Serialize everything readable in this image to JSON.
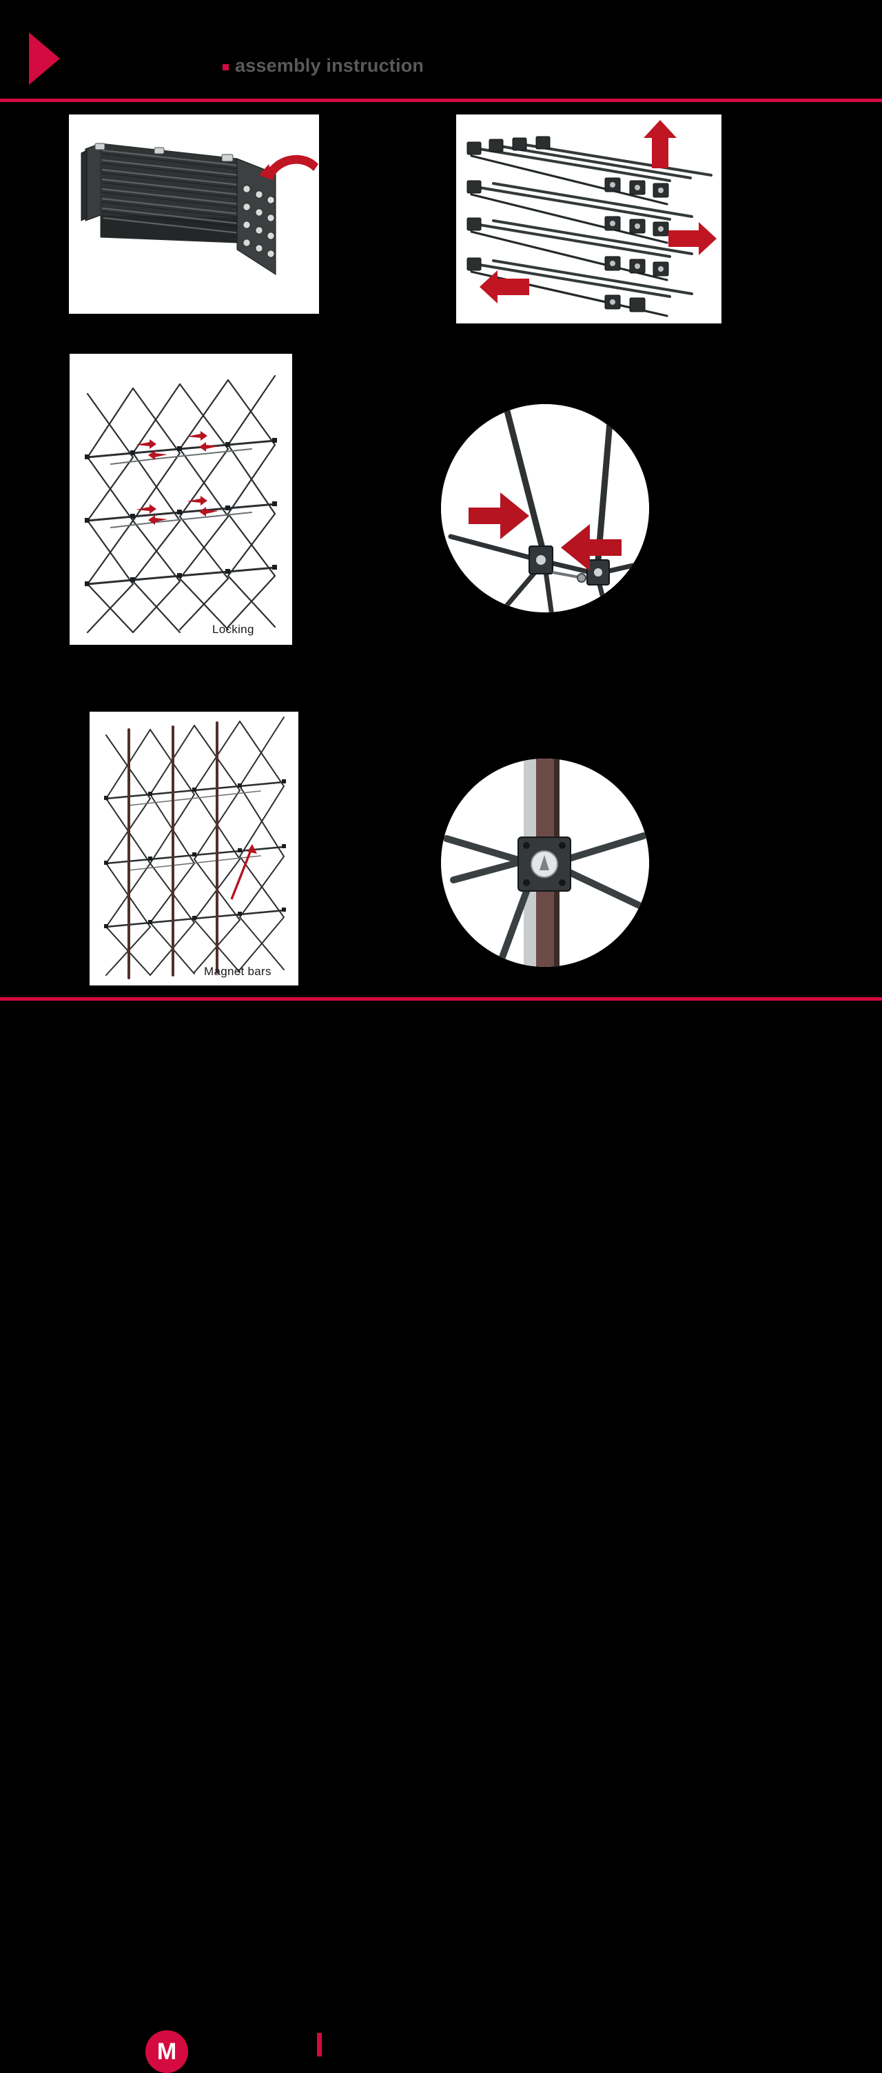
{
  "page": {
    "background_color": "#000000",
    "accent_color": "#d40b40",
    "title_color": "#5a5a5a"
  },
  "header": {
    "play_icon": "play-triangle-icon",
    "bullet": "square-bullet-icon",
    "title": "assembly instruction"
  },
  "rules": {
    "top": "horizontal-rule",
    "bottom": "horizontal-rule"
  },
  "panels": [
    {
      "id": "folded-frame",
      "name": "Folded frame unpacking",
      "art": "photo of collapsed pop-up display frame with stacked black tube struts, perforated metal end plates and a curved red arrow indicating unfolding direction",
      "arrows": [
        "curved-red-arrow"
      ],
      "label": ""
    },
    {
      "id": "expanding-frame",
      "name": "Expanding the frame",
      "art": "photo of the scissor lattice frame being pulled apart, with straight red arrows pointing up, right and left",
      "arrows": [
        "up-red-arrow",
        "right-red-arrow",
        "left-red-arrow"
      ],
      "label": ""
    },
    {
      "id": "locking-frame",
      "name": "Locking the frame",
      "art": "line drawing of the expanded scissor lattice wall with small red arrows marking the locking clips on the horizontal rails",
      "arrows": [
        "small-red-arrows"
      ],
      "label": "Locking"
    },
    {
      "id": "magnet-bars-frame",
      "name": "Fitting the magnet bars",
      "art": "line drawing of the expanded scissor lattice wall with vertical magnet bars clipped on and a red arrow pointing to a bar",
      "arrows": [
        "small-red-arrow"
      ],
      "label": "Magnet bars"
    }
  ],
  "callouts": [
    {
      "id": "locking-detail",
      "name": "Locking clip close-up",
      "art": "circular close-up of the hub connector where the scissor struts meet, two large red arrows pressing the locking lever inwards",
      "arrows": [
        "left-pressing-red-arrow",
        "right-pressing-red-arrow"
      ]
    },
    {
      "id": "magnet-bar-detail",
      "name": "Magnet bar close-up",
      "art": "circular close-up of a magnet bar attached to the frame hub with a magnetic disc plate",
      "arrows": []
    }
  ],
  "footer": {
    "logo_letter": "M",
    "logo_name": "brand-logo",
    "accent_mark": "accent-bar"
  }
}
